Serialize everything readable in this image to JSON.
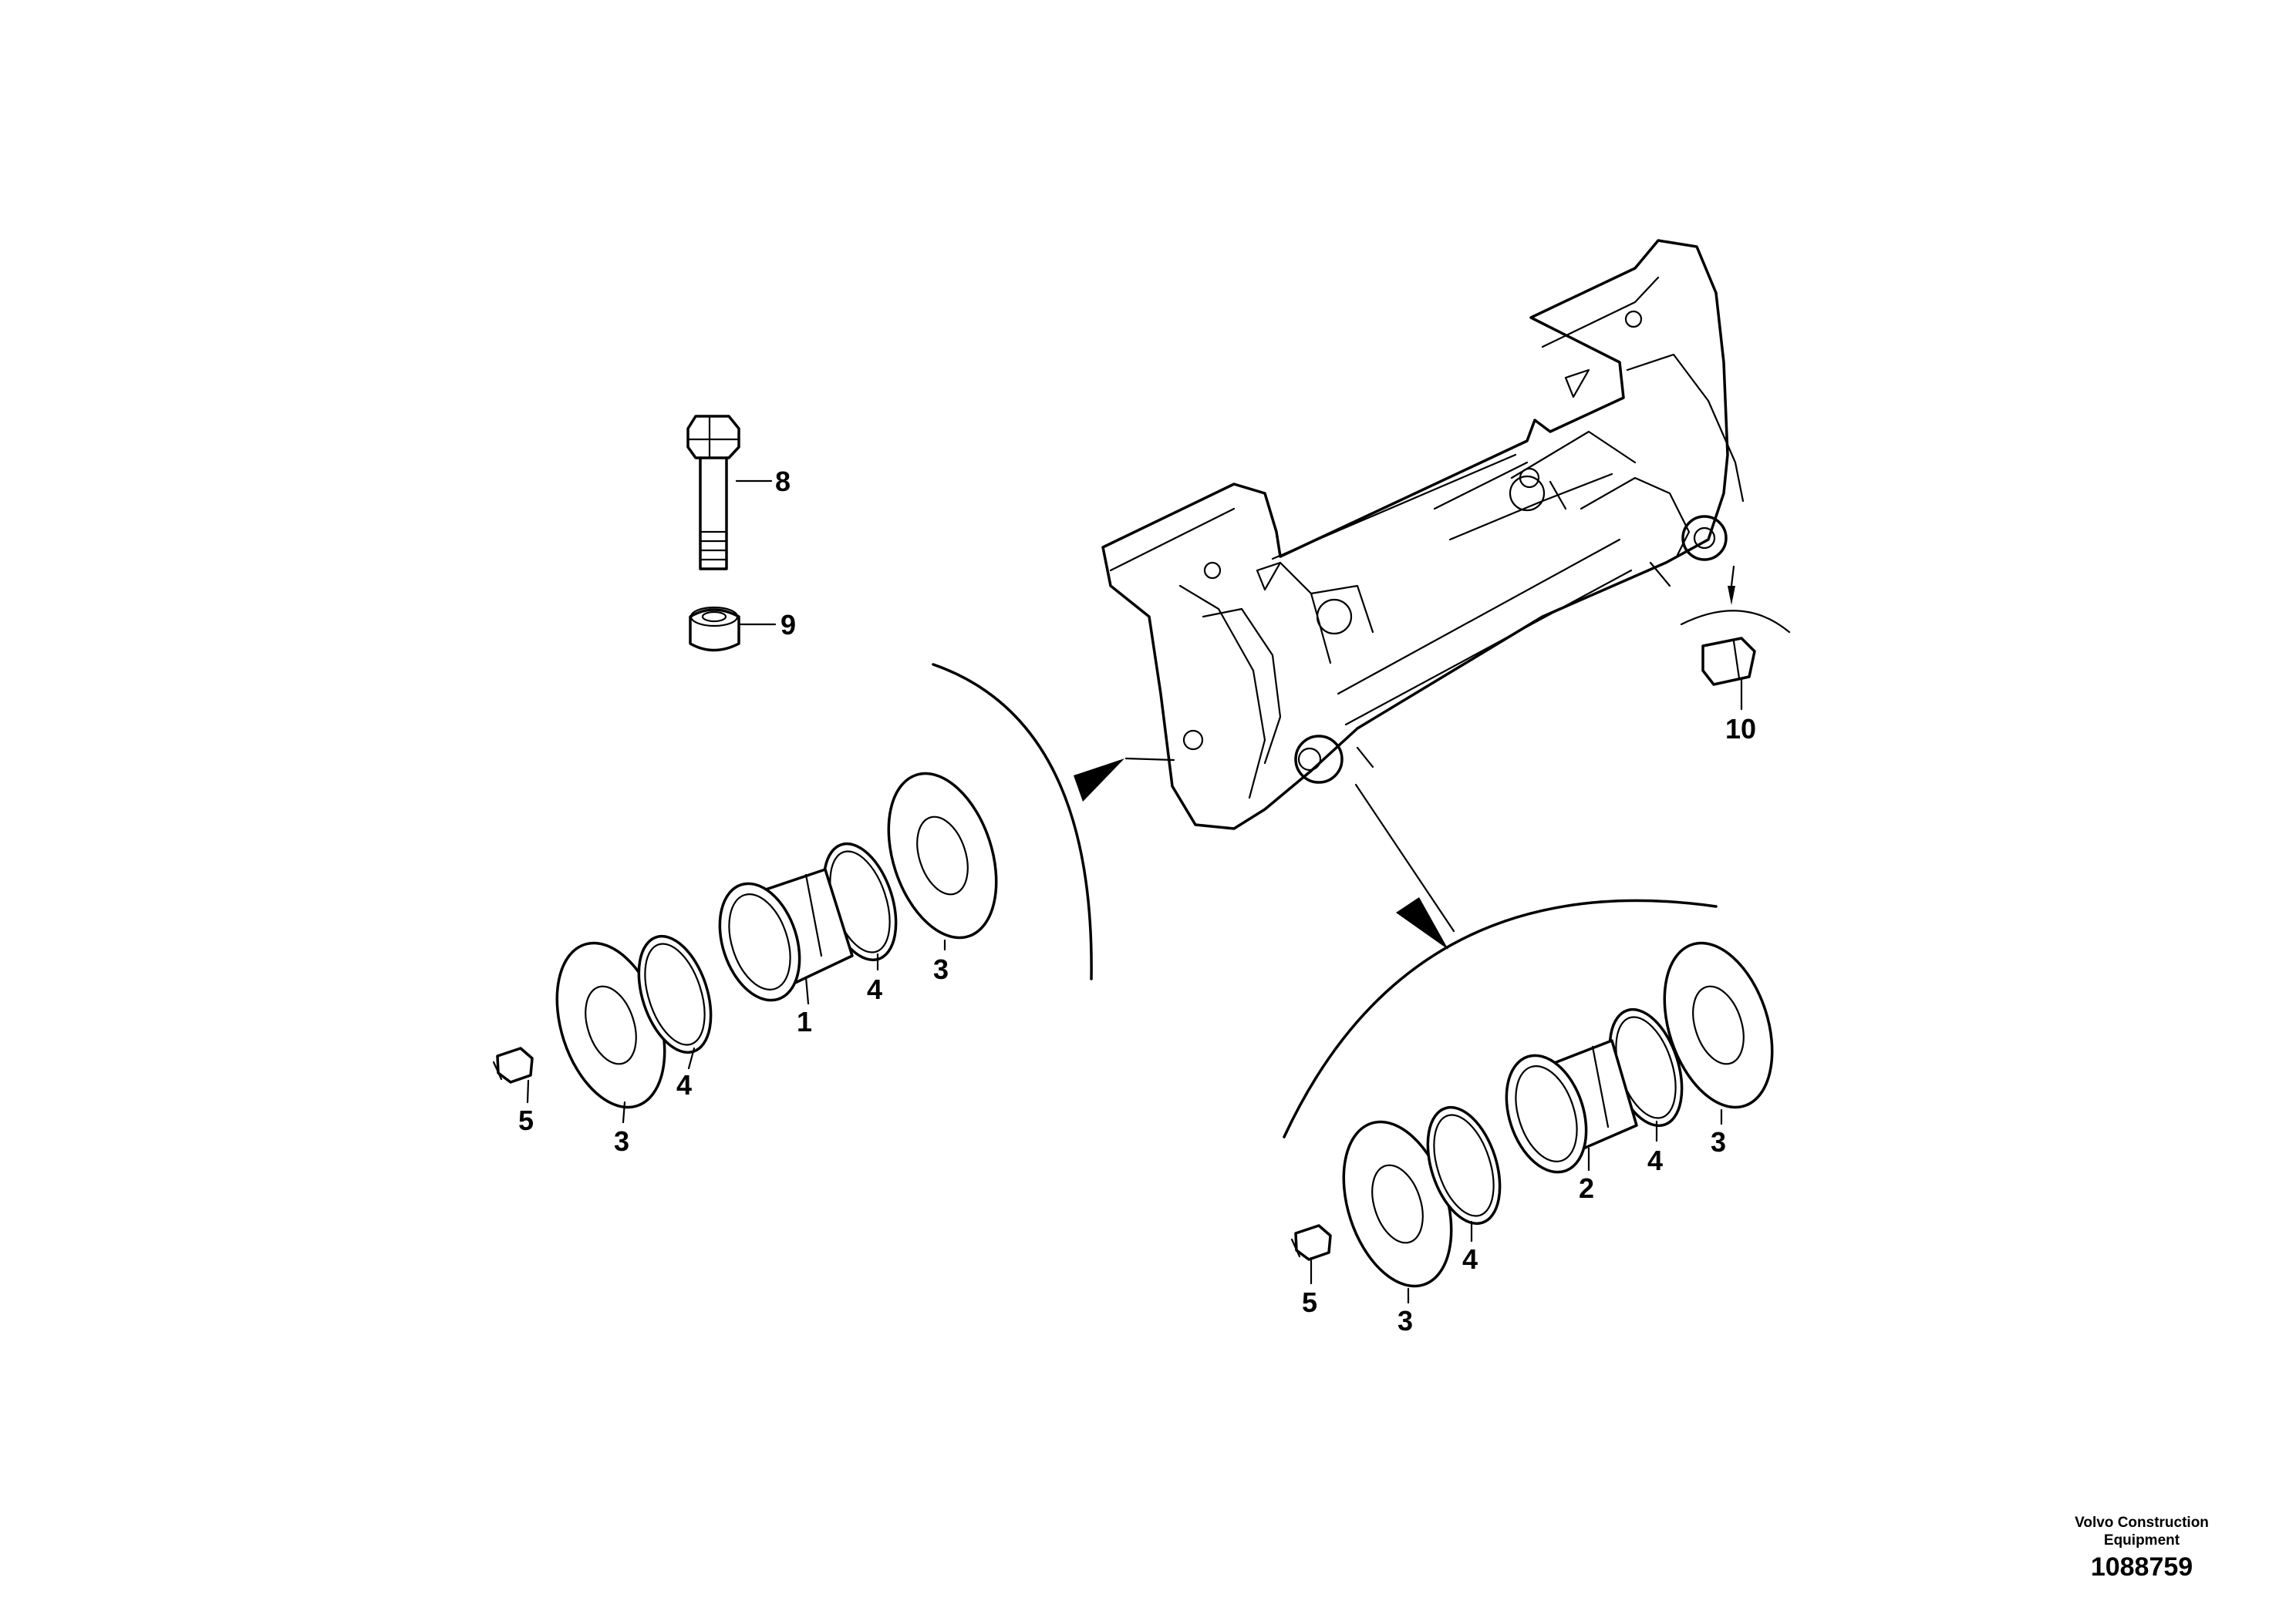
{
  "callouts": {
    "c1": "1",
    "c2": "2",
    "c3a": "3",
    "c3b": "3",
    "c3c": "3",
    "c3d": "3",
    "c4a": "4",
    "c4b": "4",
    "c4c": "4",
    "c4d": "4",
    "c5a": "5",
    "c5b": "5",
    "c8": "8",
    "c9": "9",
    "c10": "10"
  },
  "footer": {
    "brand": "Volvo Construction Equipment",
    "doc_number": "1088759"
  }
}
